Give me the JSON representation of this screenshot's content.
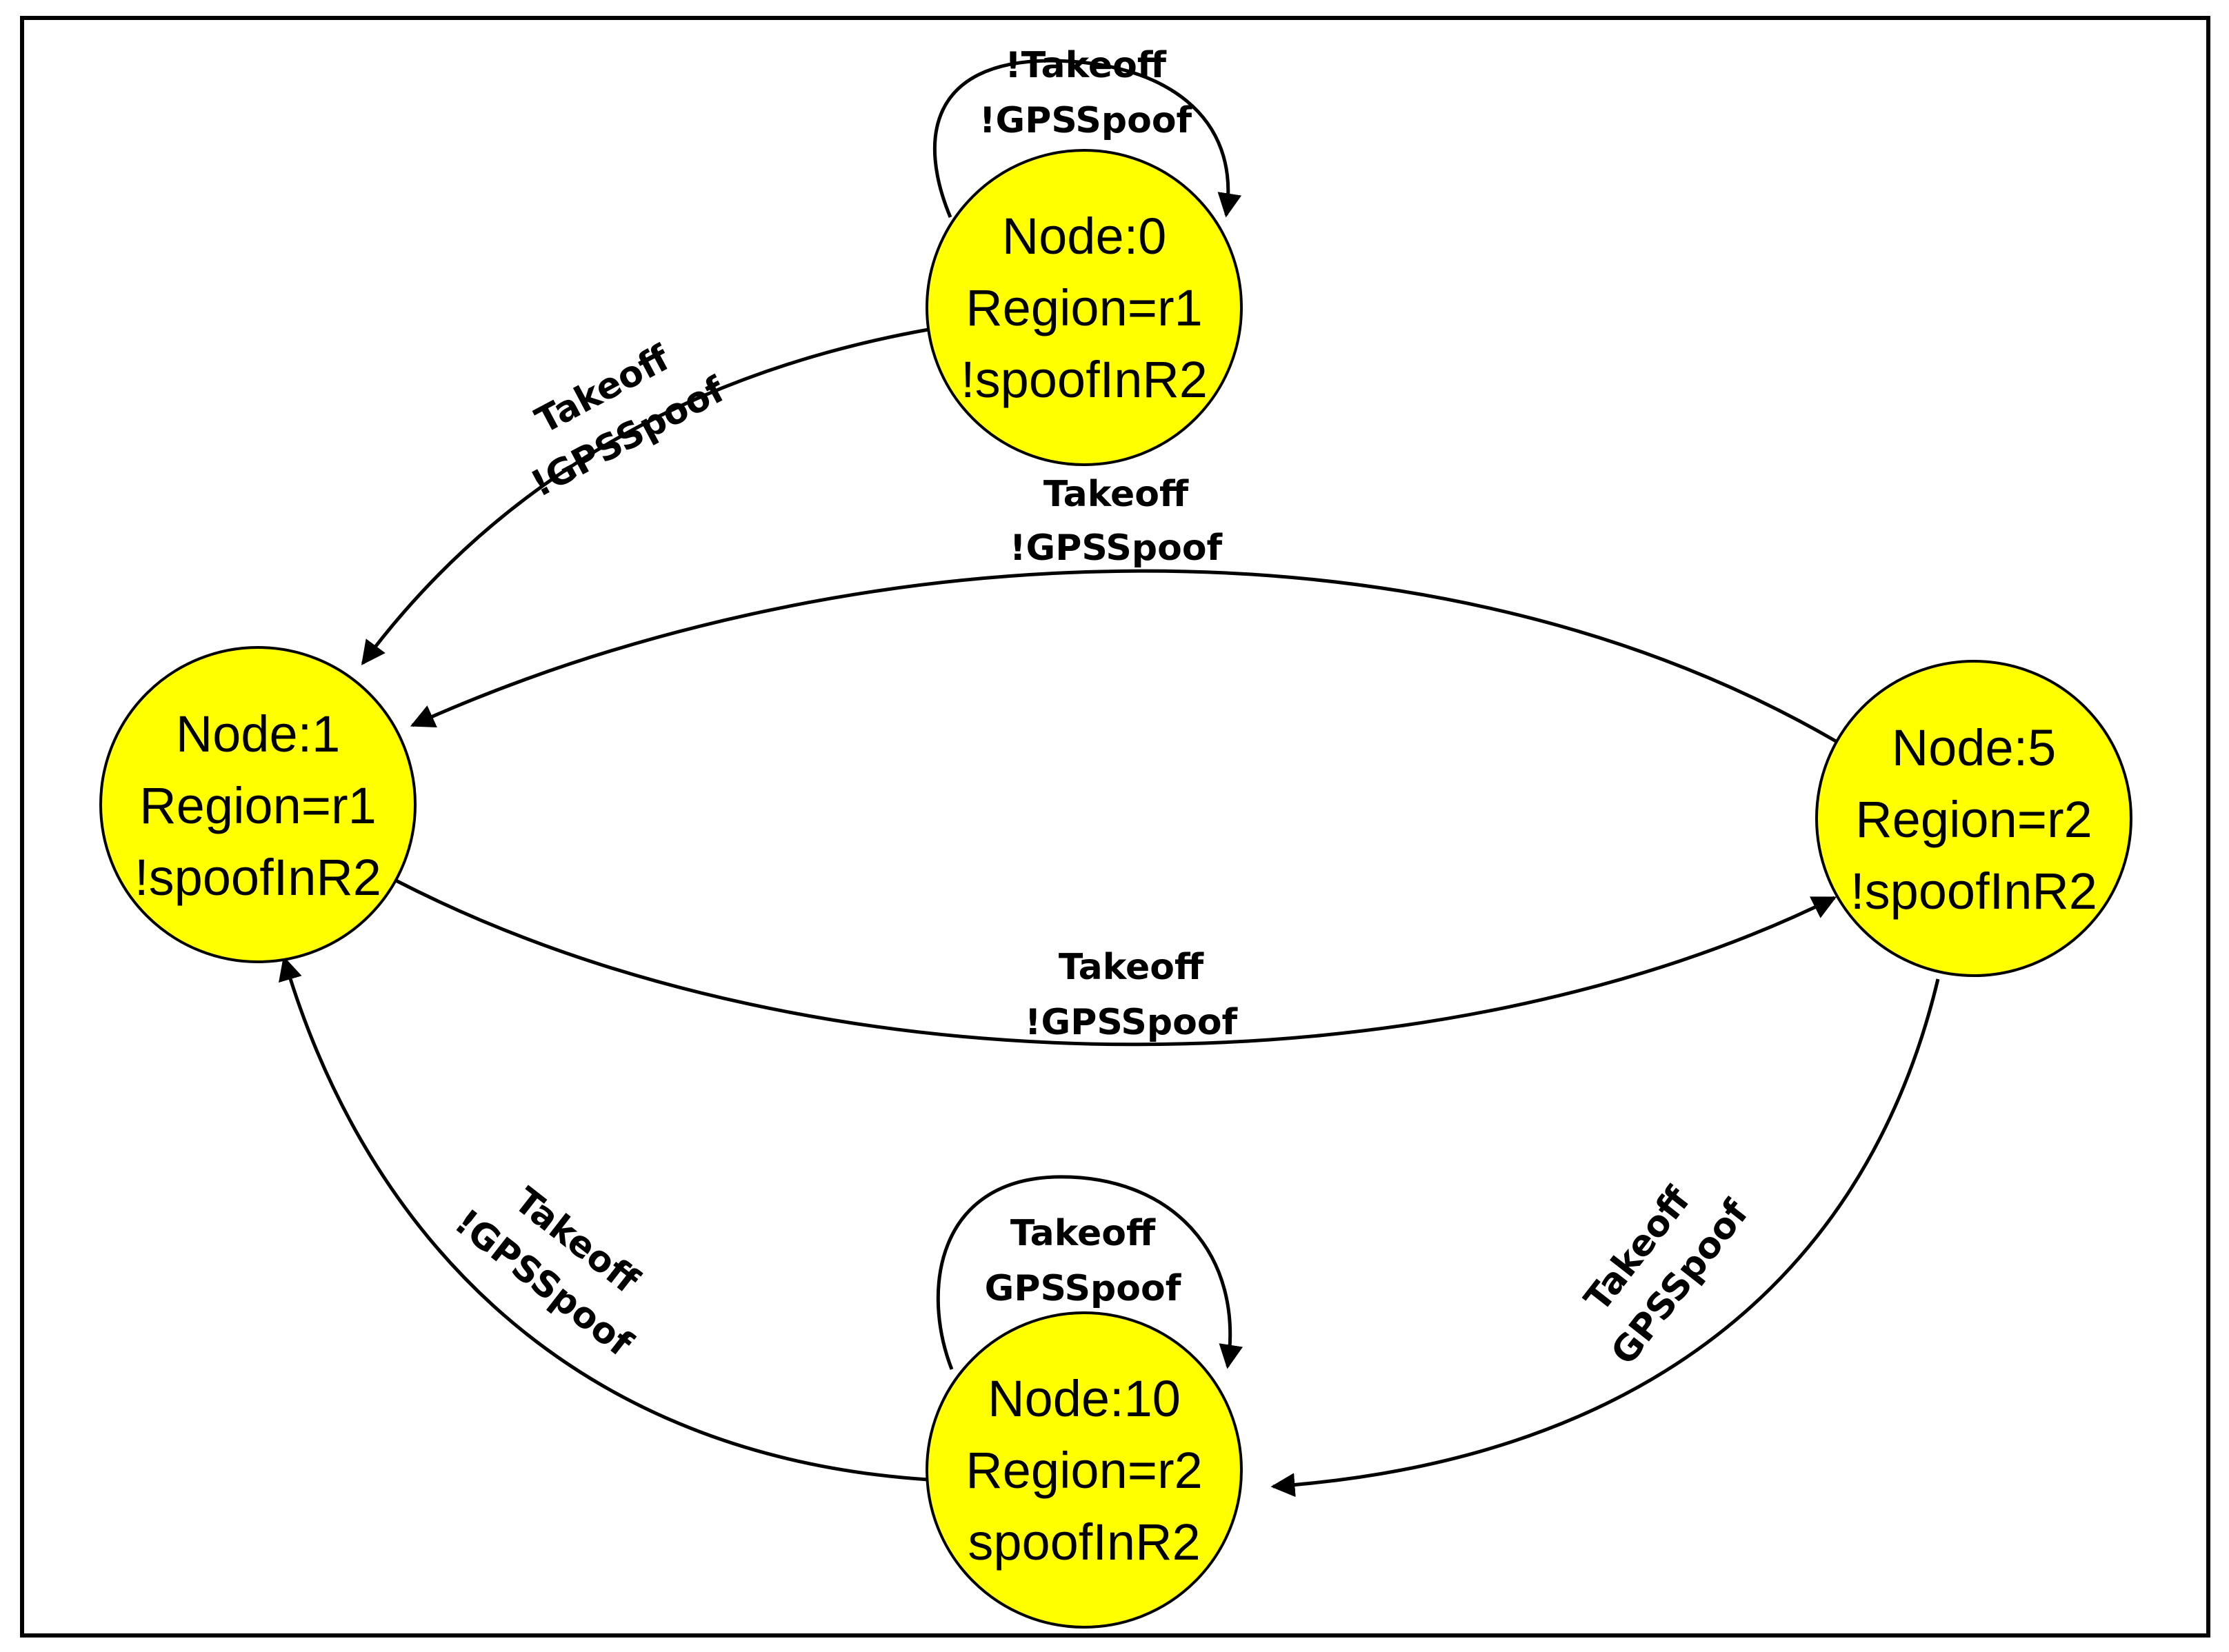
{
  "colors": {
    "node_fill": "#ffff00",
    "stroke": "#000000",
    "background": "#ffffff"
  },
  "nodes": [
    {
      "id": "n0",
      "lines": [
        "Node:0",
        "Region=r1",
        "!spoofInR2"
      ]
    },
    {
      "id": "n1",
      "lines": [
        "Node:1",
        "Region=r1",
        "!spoofInR2"
      ]
    },
    {
      "id": "n5",
      "lines": [
        "Node:5",
        "Region=r2",
        "!spoofInR2"
      ]
    },
    {
      "id": "n10",
      "lines": [
        "Node:10",
        "Region=r2",
        "spoofInR2"
      ]
    }
  ],
  "edges": [
    {
      "id": "e-0-0",
      "from": "Node:0",
      "to": "Node:0",
      "label": [
        "!Takeoff",
        "!GPSSpoof"
      ]
    },
    {
      "id": "e-0-1",
      "from": "Node:0",
      "to": "Node:1",
      "label": [
        "Takeoff",
        "!GPSSpoof"
      ]
    },
    {
      "id": "e-5-1",
      "from": "Node:5",
      "to": "Node:1",
      "label": [
        "Takeoff",
        "!GPSSpoof"
      ]
    },
    {
      "id": "e-1-5",
      "from": "Node:1",
      "to": "Node:5",
      "label": [
        "Takeoff",
        "!GPSSpoof"
      ]
    },
    {
      "id": "e-10-10",
      "from": "Node:10",
      "to": "Node:10",
      "label": [
        "Takeoff",
        "GPSSpoof"
      ]
    },
    {
      "id": "e-10-1",
      "from": "Node:10",
      "to": "Node:1",
      "label": [
        "Takeoff",
        "!GPSSpoof"
      ]
    },
    {
      "id": "e-5-10",
      "from": "Node:5",
      "to": "Node:10",
      "label": [
        "Takeoff",
        "GPSSpoof"
      ]
    }
  ]
}
